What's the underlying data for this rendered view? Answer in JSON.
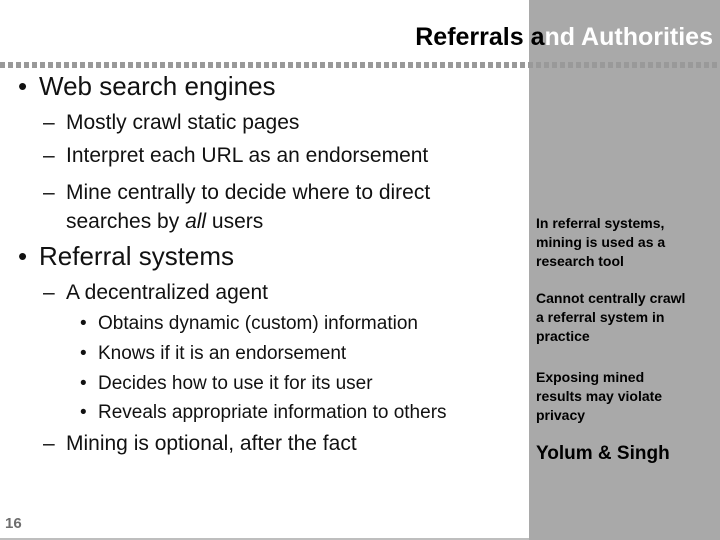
{
  "slide": {
    "page_number": "16"
  },
  "title": {
    "black_part": "Referrals a",
    "white_part": "nd Authorities"
  },
  "colors": {
    "sidebar_gray": "#A9A9A9",
    "dot_gray": "#999999",
    "page_number_gray": "#6E6E6E",
    "title_black": "#000000",
    "title_white": "#FFFFFF",
    "body_text": "#111111",
    "bottom_line": "#BEBEBE"
  },
  "body": {
    "bullet_level1": "•",
    "bullet_level2": "–",
    "bullet_level3": "•",
    "items": [
      {
        "text": "Web search engines"
      },
      {
        "text": "Mostly crawl static pages"
      },
      {
        "text": "Interpret each URL as an endorsement"
      },
      {
        "prefix": "Mine centrally to decide where to direct\nsearches by ",
        "italic": "all",
        "suffix": " users"
      },
      {
        "text": "Referral systems"
      },
      {
        "text": "A decentralized agent"
      },
      {
        "text": "Obtains dynamic (custom) information"
      },
      {
        "text": "Knows if it is an endorsement"
      },
      {
        "text": "Decides how to use it for its user"
      },
      {
        "text": "Reveals appropriate information to others"
      },
      {
        "text": "Mining is optional, after the fact"
      }
    ]
  },
  "sidebar": {
    "notes": [
      "In referral systems,\nmining is used as a\nresearch tool",
      "Cannot centrally crawl\na referral system in\npractice",
      "Exposing mined\nresults may violate\nprivacy"
    ],
    "authors": "Yolum & Singh"
  }
}
